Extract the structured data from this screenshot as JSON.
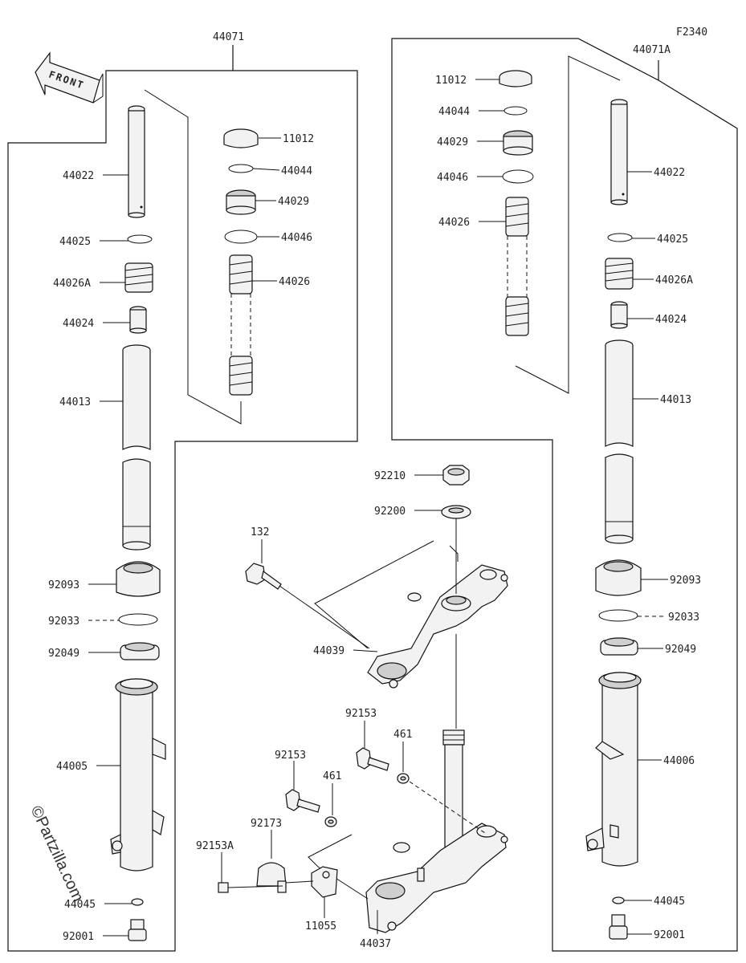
{
  "figure_code": "F2340",
  "front_label": "FRONT",
  "watermark": "©Partzilla.com",
  "assemblies": {
    "left": "44071",
    "right": "44071A"
  },
  "labels": {
    "l_11012": "11012",
    "l_44044": "44044",
    "l_44029": "44029",
    "l_44046": "44046",
    "l_44026": "44026",
    "l_44022": "44022",
    "l_44025": "44025",
    "l_44026A": "44026A",
    "l_44024": "44024",
    "l_44013": "44013",
    "l_92093": "92093",
    "l_92033": "92033",
    "l_92049": "92049",
    "l_44005": "44005",
    "l_44045": "44045",
    "l_92001": "92001",
    "r_11012": "11012",
    "r_44044": "44044",
    "r_44029": "44029",
    "r_44046": "44046",
    "r_44026": "44026",
    "r_44022": "44022",
    "r_44025": "44025",
    "r_44026A": "44026A",
    "r_44024": "44024",
    "r_44013": "44013",
    "r_92093": "92093",
    "r_92033": "92033",
    "r_92049": "92049",
    "r_44006": "44006",
    "r_44045": "44045",
    "r_92001": "92001",
    "c_92210": "92210",
    "c_92200": "92200",
    "c_132": "132",
    "c_44039": "44039",
    "c_92153a": "92153",
    "c_461a": "461",
    "c_92153b": "92153",
    "c_461b": "461",
    "c_92173": "92173",
    "c_92153A": "92153A",
    "c_11055": "11055",
    "c_44037": "44037"
  }
}
